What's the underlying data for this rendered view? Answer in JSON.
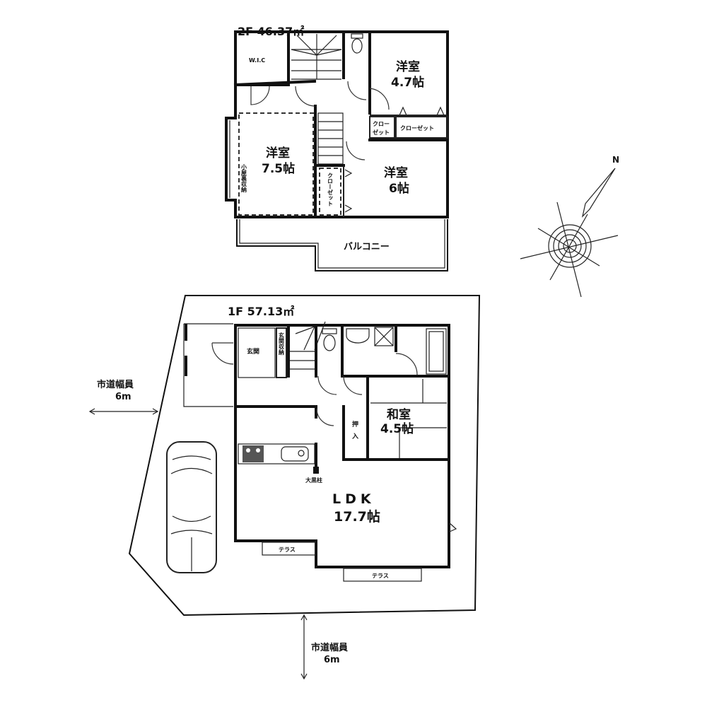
{
  "floor2": {
    "title": "2F  46.37㎡",
    "rooms": {
      "wic": "W.I.C",
      "western_47_name": "洋室",
      "western_47_size": "4.7帖",
      "western_75_name": "洋室",
      "western_75_size": "7.5帖",
      "western_6_name": "洋室",
      "western_6_size": "6帖",
      "closet_small_1": "クロー",
      "closet_small_2": "ゼット",
      "closet_wide": "クローゼット",
      "closet_vertical": "クローゼット",
      "attic_storage": "小屋裏収納",
      "balcony": "バルコニー"
    }
  },
  "floor1": {
    "title": "1F  57.13㎡",
    "rooms": {
      "entrance": "玄関",
      "entrance_storage": "玄関収納",
      "japanese_room_name": "和室",
      "japanese_room_size": "4.5帖",
      "oshiire": "押入",
      "ldk_name": "LDK",
      "ldk_size": "17.7帖",
      "main_pillar": "大黒柱",
      "terrace_left": "テラス",
      "terrace_right": "テラス"
    }
  },
  "roads": {
    "west_label": "市道幅員",
    "west_width": "6m",
    "south_label": "市道幅員",
    "south_width": "6m"
  },
  "compass": {
    "north_label": "N"
  }
}
